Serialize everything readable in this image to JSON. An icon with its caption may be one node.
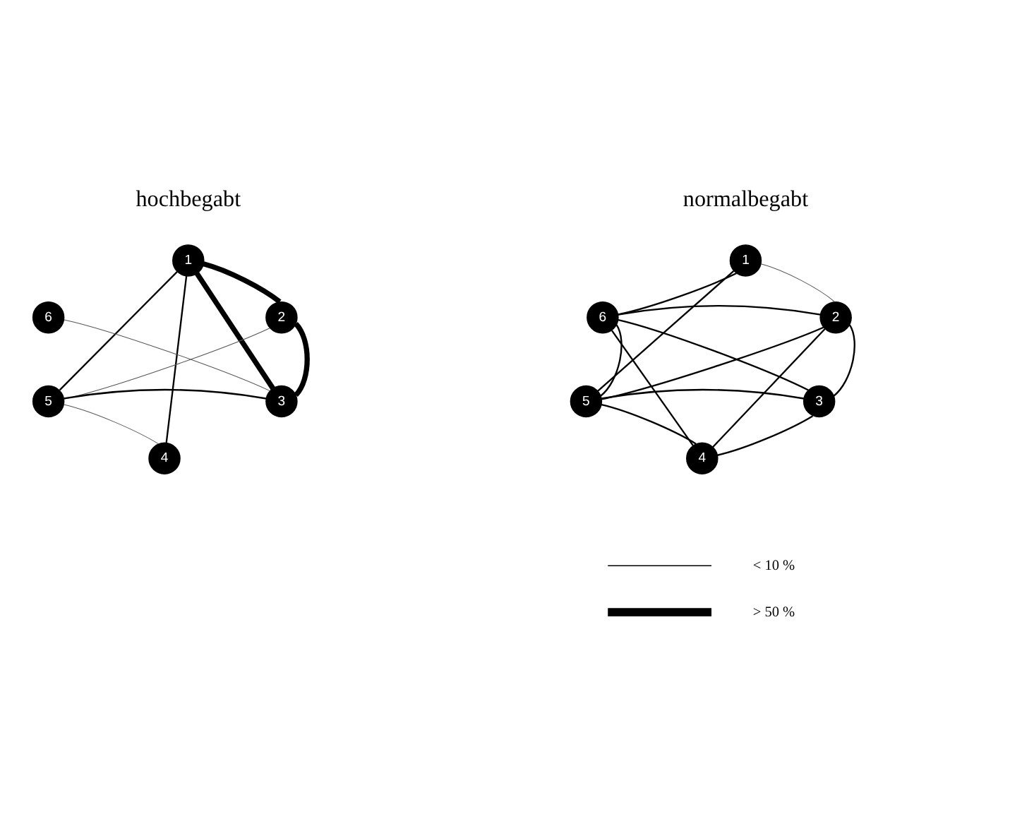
{
  "diagram": {
    "nodes": [
      {
        "text": [
          "1"
        ]
      },
      {
        "text": [
          "2"
        ]
      },
      {
        "text": [
          "3"
        ]
      },
      {
        "text": [
          "4"
        ]
      },
      {
        "text": [
          "5"
        ]
      },
      {
        "text": [
          "6"
        ]
      },
      {
        "text": [
          "1"
        ]
      },
      {
        "text": [
          "2"
        ]
      },
      {
        "text": [
          "3"
        ]
      },
      {
        "text": [
          "4"
        ]
      },
      {
        "text": [
          "5"
        ]
      },
      {
        "text": [
          "6"
        ]
      }
    ],
    "edges": [
      {
        "from": 0,
        "to": 1,
        "arrow": "none",
        "style": "thick"
      },
      {
        "from": 0,
        "to": 2,
        "arrow": "none",
        "style": "thick"
      },
      {
        "from": 1,
        "to": 2,
        "arrow": "none",
        "style": "thick"
      },
      {
        "from": 0,
        "to": 4,
        "arrow": "none"
      },
      {
        "from": 0,
        "to": 3,
        "arrow": "none"
      },
      {
        "from": 5,
        "to": 2,
        "arrow": "none",
        "color": "#555555"
      },
      {
        "from": 1,
        "to": 4,
        "arrow": "none",
        "color": "#555555"
      },
      {
        "from": 4,
        "to": 2,
        "arrow": "none"
      },
      {
        "from": 4,
        "to": 3,
        "arrow": "none",
        "color": "#555555"
      },
      {
        "from": 6,
        "to": 11,
        "arrow": "none"
      },
      {
        "from": 6,
        "to": 7,
        "arrow": "none",
        "color": "#555555"
      },
      {
        "from": 6,
        "to": 10,
        "arrow": "none"
      },
      {
        "from": 11,
        "to": 7,
        "arrow": "none"
      },
      {
        "from": 11,
        "to": 10,
        "arrow": "none"
      },
      {
        "from": 11,
        "to": 9,
        "arrow": "none"
      },
      {
        "from": 11,
        "to": 8,
        "arrow": "none"
      },
      {
        "from": 7,
        "to": 10,
        "arrow": "none"
      },
      {
        "from": 7,
        "to": 9,
        "arrow": "none"
      },
      {
        "from": 7,
        "to": 8,
        "arrow": "none"
      },
      {
        "from": 10,
        "to": 8,
        "arrow": "none"
      },
      {
        "from": 10,
        "to": 9,
        "arrow": "none"
      },
      {
        "from": 8,
        "to": 9,
        "arrow": "none"
      }
    ],
    "labels": [
      "hochbegabt",
      "normalbegabt"
    ],
    "legend": [
      {
        "text": "< 10 %"
      },
      {
        "text": "> 50 %"
      }
    ]
  }
}
